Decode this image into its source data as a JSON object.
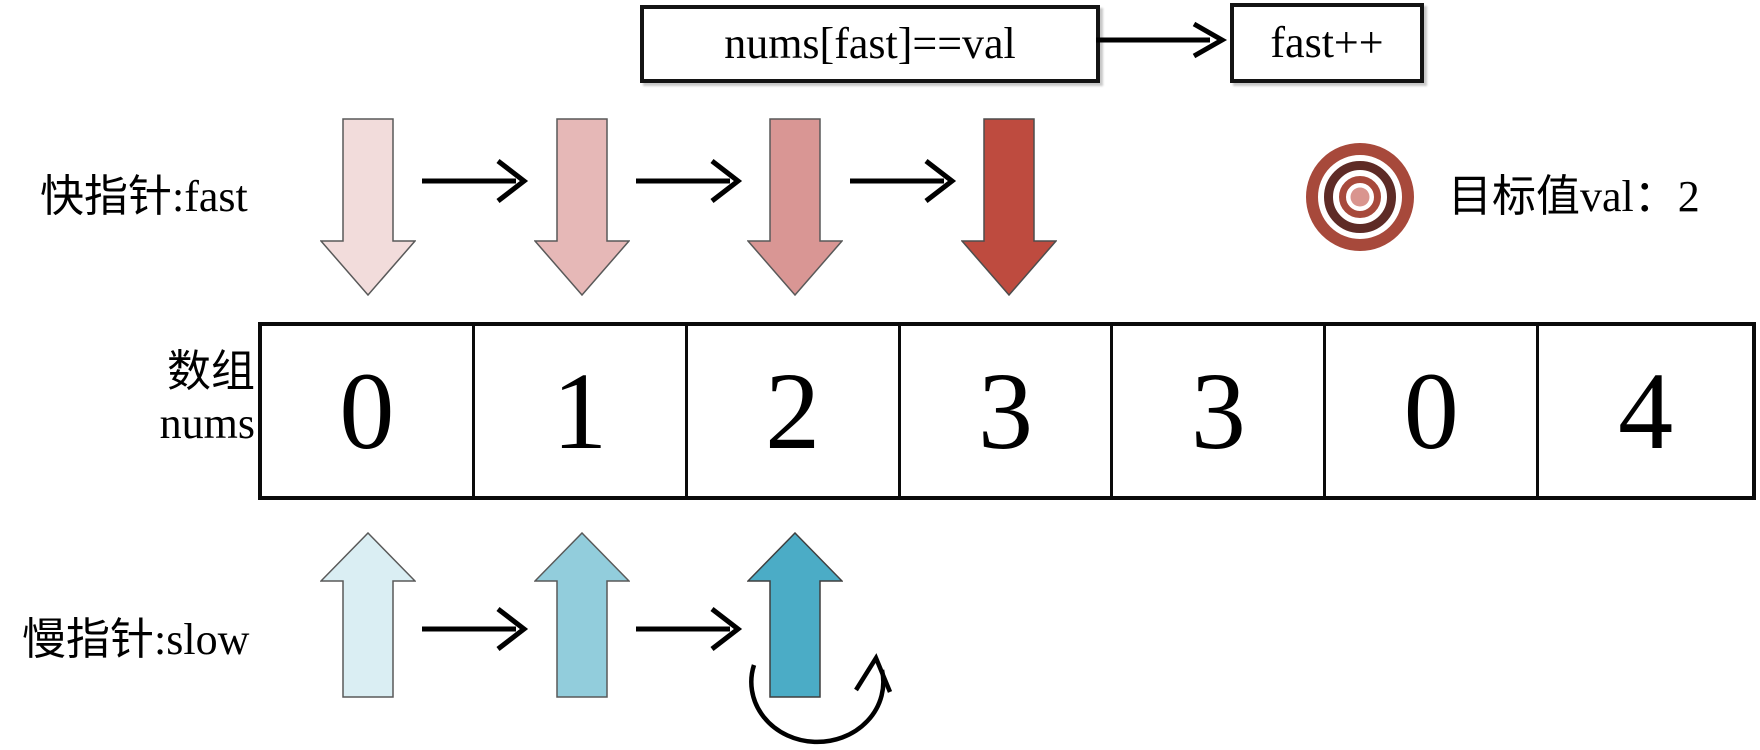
{
  "flow": {
    "condition_label": "nums[fast]==val",
    "action_label": "fast++"
  },
  "fast_pointer": {
    "label": "快指针:fast",
    "arrow_colors": [
      "#F2DCDB",
      "#E6B8B7",
      "#D99694",
      "#BE4B3F"
    ]
  },
  "array": {
    "label_line1": "数组",
    "label_line2": "nums",
    "values": [
      "0",
      "1",
      "2",
      "3",
      "3",
      "0",
      "4"
    ]
  },
  "slow_pointer": {
    "label": "慢指针:slow",
    "arrow_colors": [
      "#DAEEF3",
      "#92CDDC",
      "#4BACC6"
    ]
  },
  "target": {
    "label": "目标值val：2",
    "icon": "bullseye-target-icon",
    "ring_outer": "#A7493B",
    "ring_dark": "#5E2B26",
    "ring_mid": "#A7493B",
    "center_dot": "#D9958F"
  },
  "colors": {
    "line": "#000000",
    "box_border": "#141414",
    "arrow_outline": "#595959"
  }
}
